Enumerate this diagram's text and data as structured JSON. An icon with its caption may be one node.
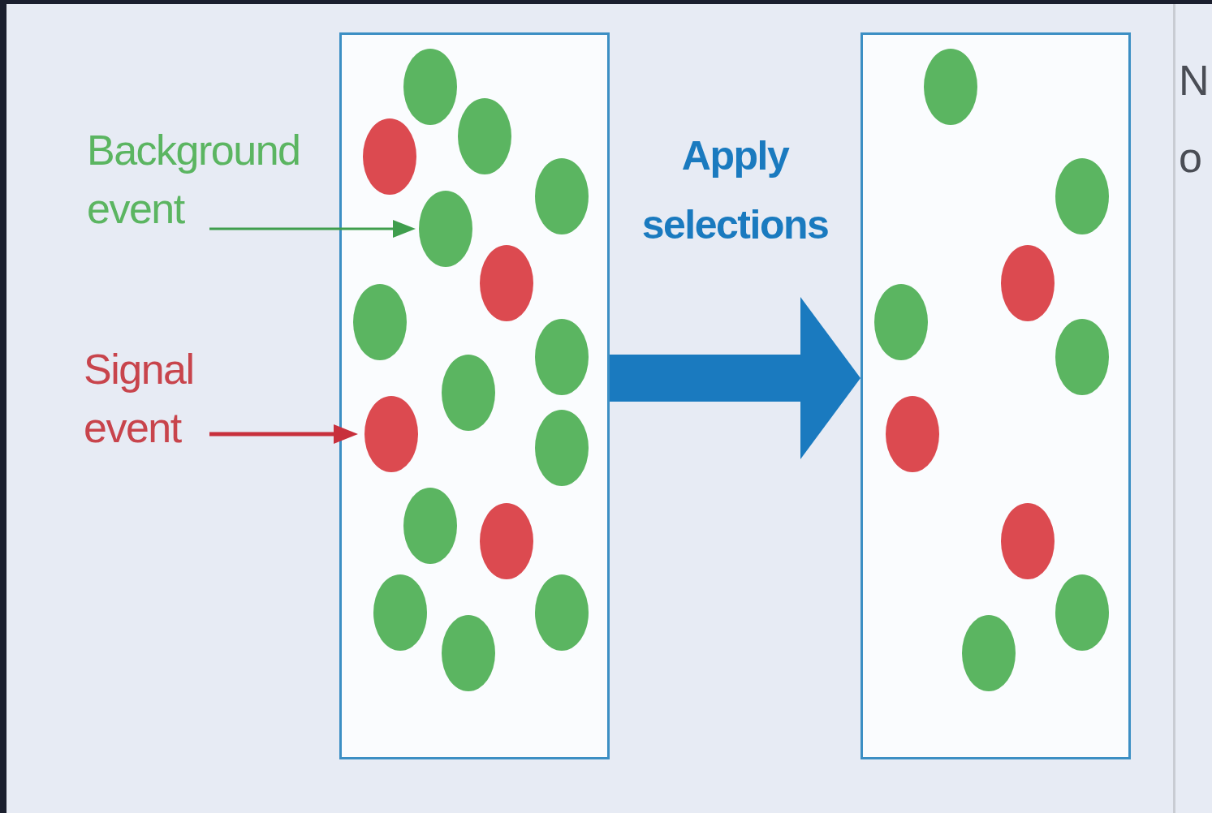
{
  "diagram": {
    "nodes": [
      {
        "text": [
          "Background event"
        ]
      },
      {
        "text": [
          "Signal event"
        ]
      },
      {
        "text": [],
        "shape": "box"
      },
      {
        "text": [],
        "shape": "circle",
        "in": 2
      },
      {
        "text": [],
        "shape": "circle",
        "in": 2
      },
      {
        "text": [],
        "shape": "circle",
        "in": 2
      },
      {
        "text": [],
        "shape": "circle",
        "in": 2
      },
      {
        "text": [],
        "shape": "circle",
        "in": 2
      },
      {
        "text": [],
        "shape": "circle",
        "in": 2
      },
      {
        "text": [],
        "shape": "circle",
        "in": 2
      },
      {
        "text": [],
        "shape": "circle",
        "in": 2
      },
      {
        "text": [],
        "shape": "circle",
        "in": 2
      },
      {
        "text": [],
        "shape": "circle",
        "in": 2
      },
      {
        "text": [],
        "shape": "circle",
        "in": 2
      },
      {
        "text": [],
        "shape": "circle",
        "in": 2
      },
      {
        "text": [],
        "shape": "circle",
        "in": 2
      },
      {
        "text": [],
        "shape": "circle",
        "in": 2
      },
      {
        "text": [],
        "shape": "circle",
        "in": 2
      },
      {
        "text": [],
        "shape": "circle",
        "in": 2
      },
      {
        "text": [],
        "shape": "box"
      },
      {
        "text": [],
        "shape": "circle",
        "in": 19
      },
      {
        "text": [],
        "shape": "circle",
        "in": 19
      },
      {
        "text": [],
        "shape": "circle",
        "in": 19
      },
      {
        "text": [],
        "shape": "circle",
        "in": 19
      },
      {
        "text": [],
        "shape": "circle",
        "in": 19
      },
      {
        "text": [],
        "shape": "circle",
        "in": 19
      },
      {
        "text": [],
        "shape": "circle",
        "in": 19
      },
      {
        "text": [],
        "shape": "circle",
        "in": 19
      },
      {
        "text": [],
        "shape": "circle",
        "in": 19
      }
    ],
    "edges": [
      {
        "from": 0,
        "to": 7,
        "arrow": "to",
        "color": "#3f9e4d"
      },
      {
        "from": 1,
        "to": 12,
        "arrow": "to",
        "color": "#c8303c"
      },
      {
        "from": 2,
        "to": 19,
        "arrow": "to",
        "style": "thick",
        "color": "#1a7abf",
        "label": "Apply selections"
      }
    ],
    "labels": [
      "N",
      "o"
    ]
  }
}
